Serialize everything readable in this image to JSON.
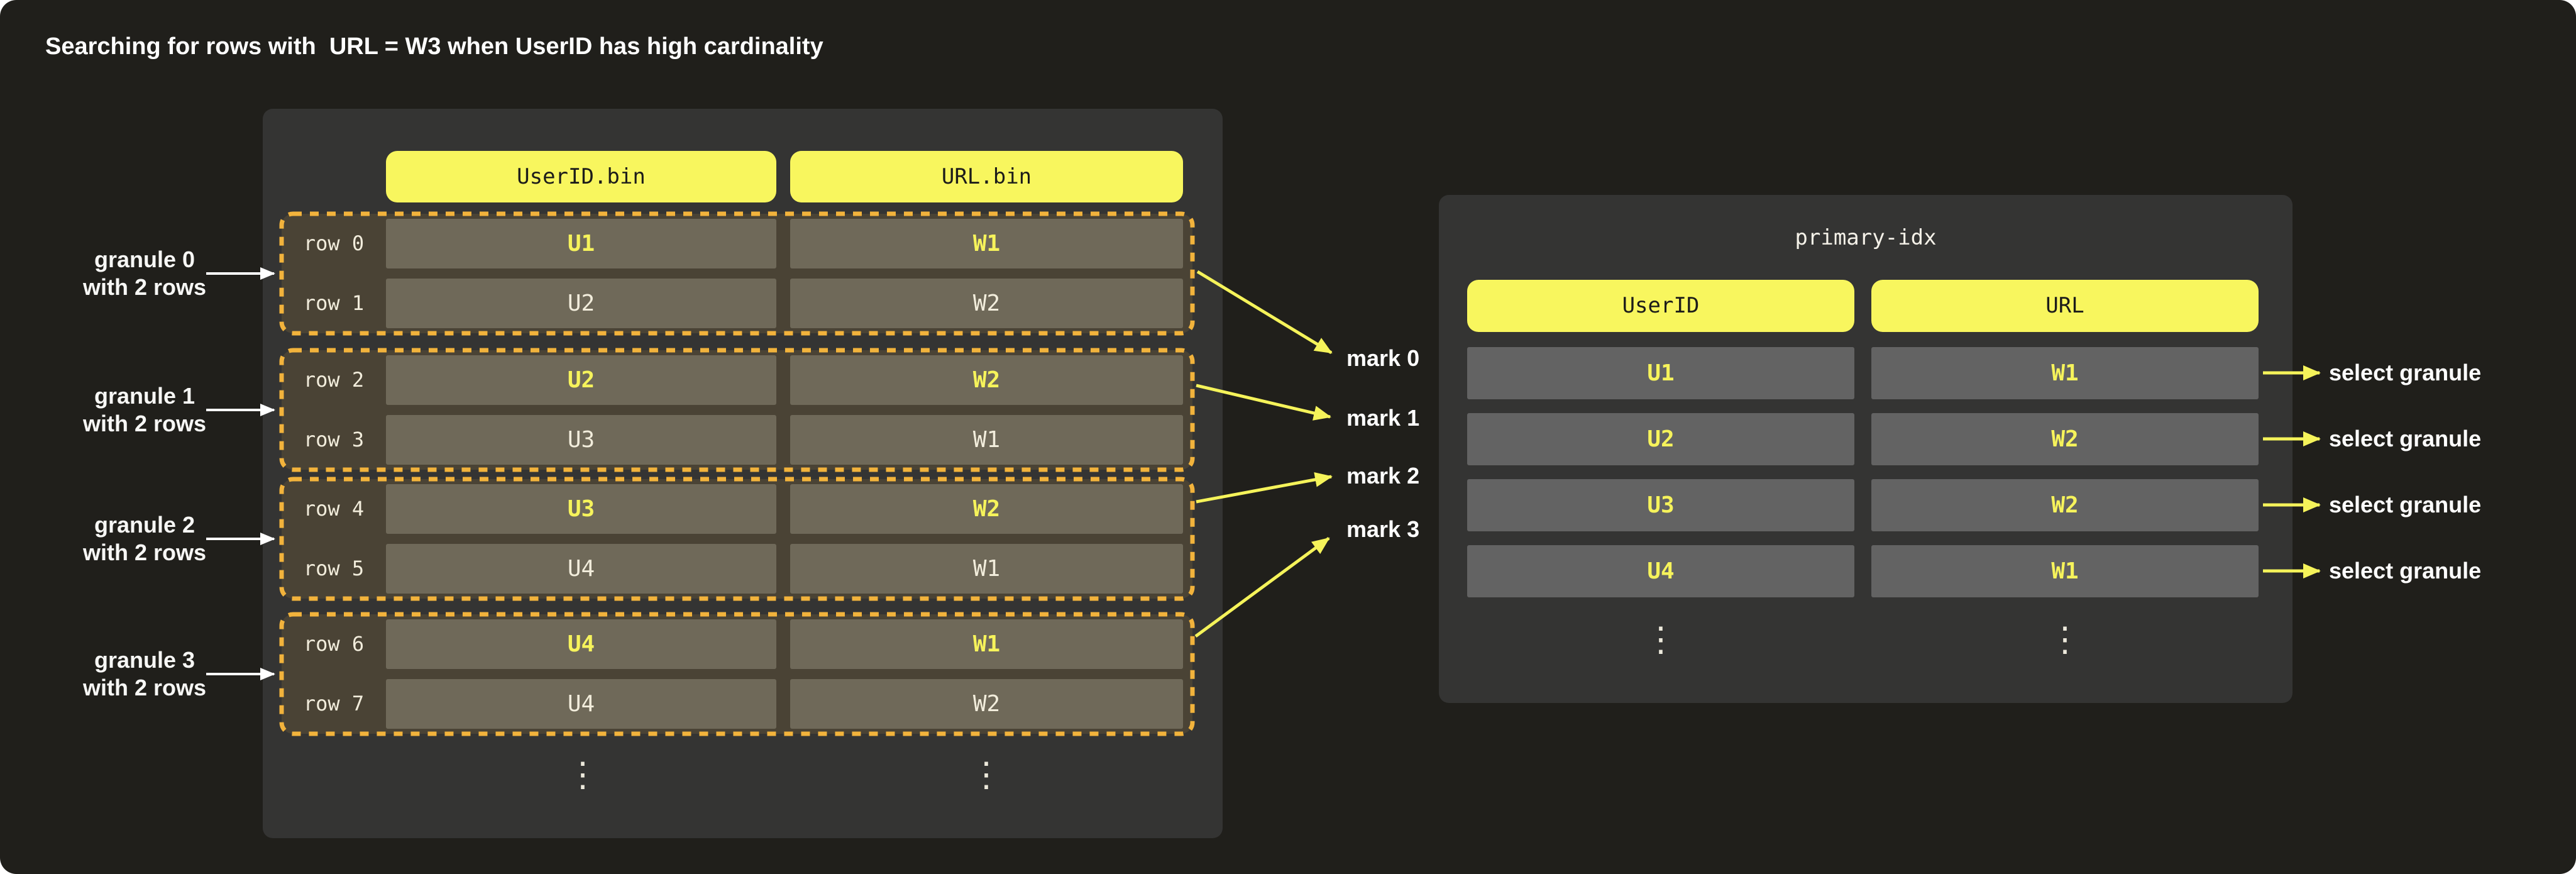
{
  "title": "Searching for rows with  URL = W3 when UserID has high cardinality",
  "bin_file": {
    "headers": {
      "user": "UserID.bin",
      "url": "URL.bin"
    },
    "granules": [
      {
        "label_line1": "granule 0",
        "label_line2": "with 2 rows",
        "rows": [
          {
            "name": "row 0",
            "user": "U1",
            "url": "W1"
          },
          {
            "name": "row 1",
            "user": "U2",
            "url": "W2"
          }
        ]
      },
      {
        "label_line1": "granule 1",
        "label_line2": "with 2 rows",
        "rows": [
          {
            "name": "row 2",
            "user": "U2",
            "url": "W2"
          },
          {
            "name": "row 3",
            "user": "U3",
            "url": "W1"
          }
        ]
      },
      {
        "label_line1": "granule 2",
        "label_line2": "with 2 rows",
        "rows": [
          {
            "name": "row 4",
            "user": "U3",
            "url": "W2"
          },
          {
            "name": "row 5",
            "user": "U4",
            "url": "W1"
          }
        ]
      },
      {
        "label_line1": "granule 3",
        "label_line2": "with 2 rows",
        "rows": [
          {
            "name": "row 6",
            "user": "U4",
            "url": "W1"
          },
          {
            "name": "row 7",
            "user": "U4",
            "url": "W2"
          }
        ]
      }
    ],
    "ellipsis": "⋮"
  },
  "marks": [
    "mark 0",
    "mark 1",
    "mark 2",
    "mark 3"
  ],
  "index": {
    "title": "primary-idx",
    "headers": {
      "user": "UserID",
      "url": "URL"
    },
    "rows": [
      {
        "user": "U1",
        "url": "W1"
      },
      {
        "user": "U2",
        "url": "W2"
      },
      {
        "user": "U3",
        "url": "W2"
      },
      {
        "user": "U4",
        "url": "W1"
      }
    ],
    "actions": [
      "select granule",
      "select granule",
      "select granule",
      "select granule"
    ],
    "ellipsis": "⋮"
  },
  "colors": {
    "background": "#201F1B",
    "panel": "#343433",
    "header_yellow": "#F8F65E",
    "dashed_border": "#F2B33C",
    "granule_fill": "#4A4335",
    "bin_cell": "#6F6959",
    "index_cell": "#636363",
    "highlight_text": "#F6F35B",
    "mono_text": "#F2EDDC",
    "label_text": "#FFFFFF",
    "arrow_yellow": "#F5F35A",
    "arrow_white": "#FFFFFF"
  }
}
